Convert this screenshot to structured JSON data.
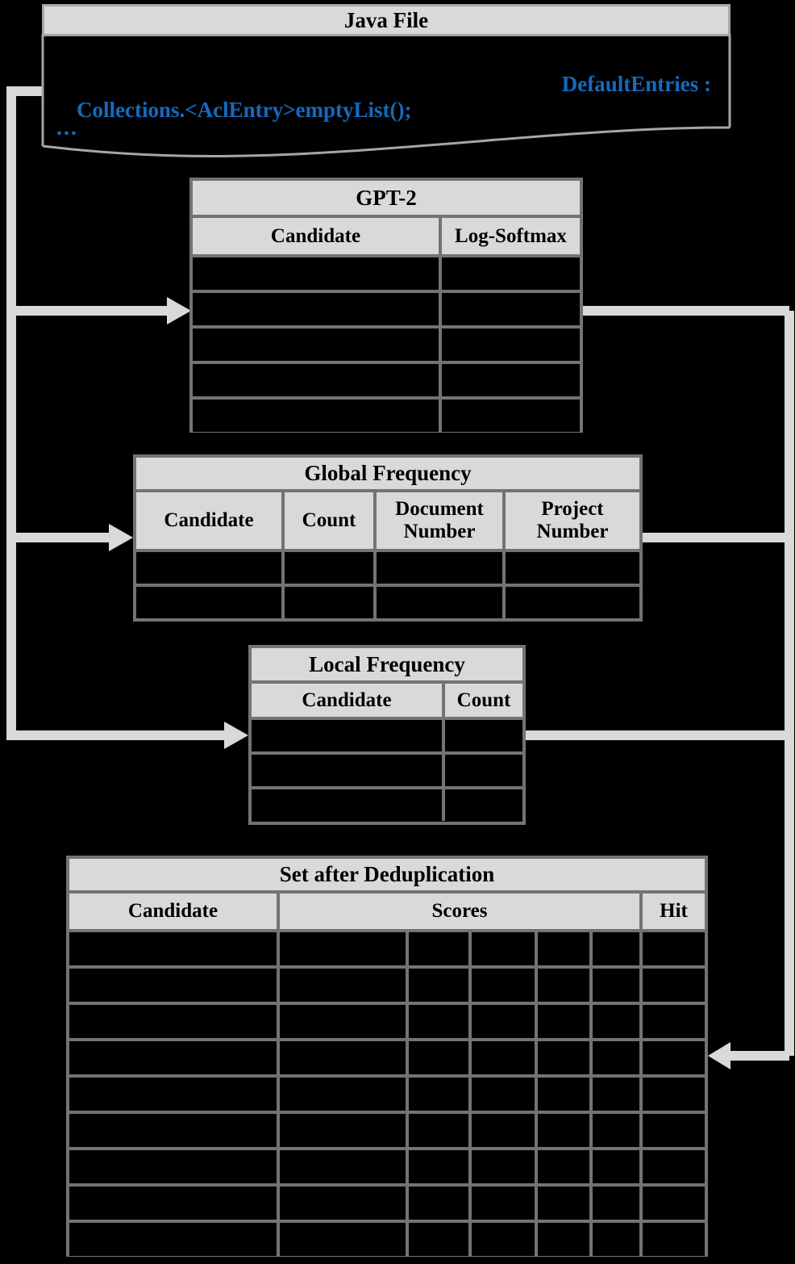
{
  "java_file": {
    "header": "Java File",
    "code": {
      "line1": "DefaultEntries :",
      "line2": "Collections.<AclEntry>emptyList();",
      "ellipsis": "..."
    }
  },
  "tables": {
    "gpt2": {
      "title": "GPT-2",
      "columns": [
        "Candidate",
        "Log-Softmax"
      ],
      "row_count": 5
    },
    "global_frequency": {
      "title": "Global Frequency",
      "columns": [
        "Candidate",
        "Count",
        "Document Number",
        "Project Number"
      ],
      "row_count": 2
    },
    "local_frequency": {
      "title": "Local Frequency",
      "columns": [
        "Candidate",
        "Count"
      ],
      "row_count": 3
    },
    "dedup": {
      "title": "Set after Deduplication",
      "columns": [
        "Candidate",
        "Scores",
        "Hit"
      ],
      "scores_subcolumns": 5,
      "row_count": 9
    }
  },
  "colors": {
    "background": "#000000",
    "header_fill": "#d9d9d9",
    "table_border": "#737373",
    "box_border": "#a6a6a6",
    "flow_line": "#d9d9d9",
    "code_text": "#156abe",
    "header_text": "#000000"
  }
}
